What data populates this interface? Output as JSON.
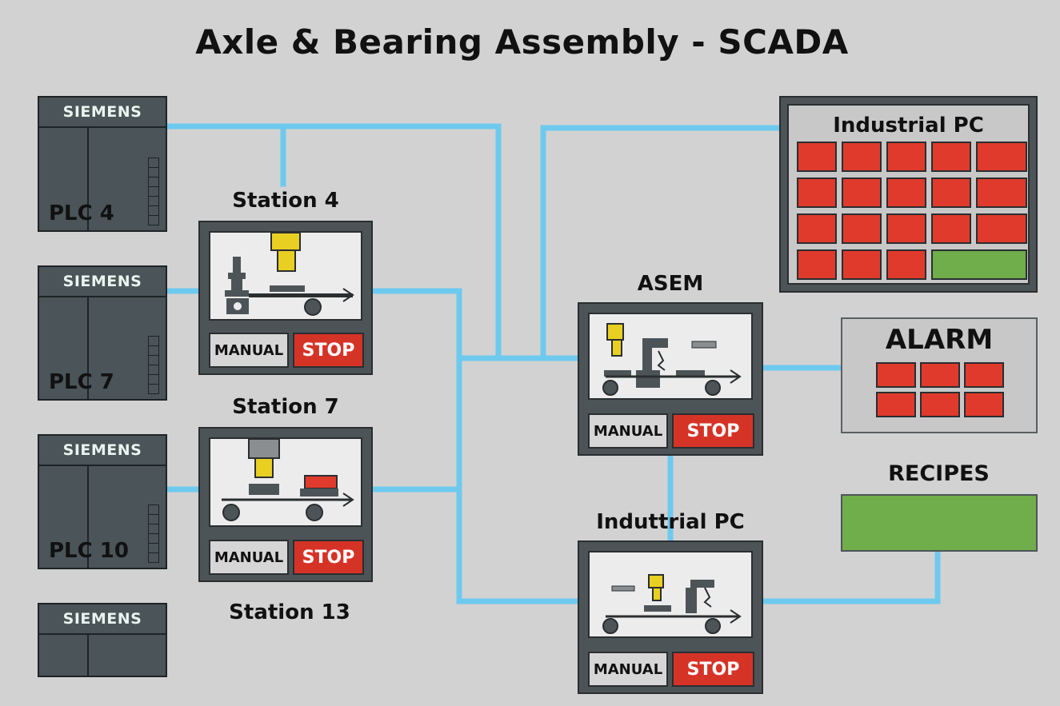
{
  "title": "Axle & Bearing Assembly - SCADA",
  "plcs": [
    {
      "brand": "SIEMENS",
      "name": "PLC 4"
    },
    {
      "brand": "SIEMENS",
      "name": "PLC 7"
    },
    {
      "brand": "SIEMENS",
      "name": "PLC 10"
    },
    {
      "brand": "SIEMENS",
      "name": ""
    }
  ],
  "stations": {
    "station4": {
      "label": "Station 4",
      "manual": "MANUAL",
      "stop": "STOP"
    },
    "station7": {
      "label": "Station 7",
      "manual": "MANUAL",
      "stop": "STOP"
    },
    "station13": {
      "label": "Station 13"
    },
    "asem": {
      "label": "ASEM",
      "manual": "MANUAL",
      "stop": "STOP"
    },
    "indpc2": {
      "label": "Induttrial PC",
      "manual": "MANUAL",
      "stop": "STOP"
    }
  },
  "industrial_pc": {
    "title": "Industrial PC",
    "cells": [
      "red",
      "red",
      "red",
      "red",
      "red",
      "red",
      "red",
      "red",
      "red",
      "red",
      "red",
      "red",
      "red",
      "red",
      "red",
      "red",
      "red",
      "red",
      "green"
    ]
  },
  "alarm": {
    "title": "ALARM",
    "cells": [
      "red",
      "red",
      "red",
      "red",
      "red",
      "red"
    ]
  },
  "recipes": {
    "label": "RECIPES"
  },
  "colors": {
    "background": "#d2d2d2",
    "wire": "#6ec9ef",
    "stop": "#d63327",
    "alarm_red": "#e03a2c",
    "ok_green": "#6fae4a",
    "panel": "#4d5458",
    "accent_yellow": "#e8cf22"
  }
}
